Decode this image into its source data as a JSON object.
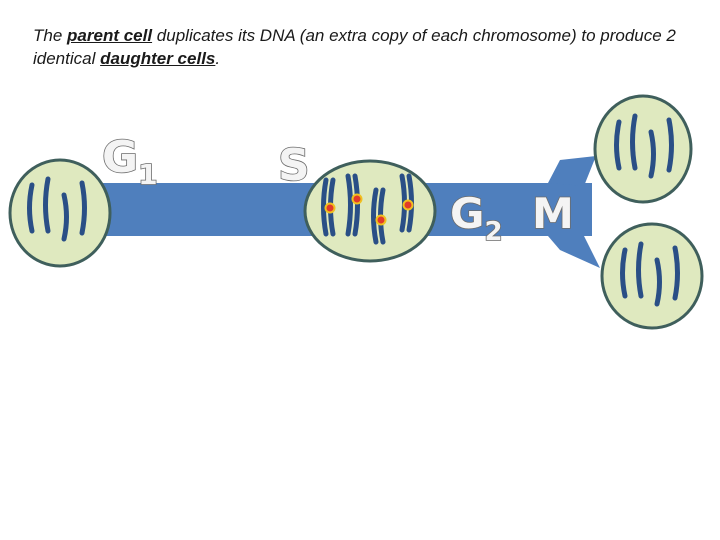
{
  "caption": {
    "part1": "The ",
    "parent_cell": "parent cell",
    "part2": " duplicates its DNA (an extra copy of each chromosome) to produce 2 identical ",
    "daughter_cells": "daughter cells",
    "part3": "."
  },
  "phases": {
    "g1": {
      "letter": "G",
      "sub": "1"
    },
    "s": {
      "letter": "S"
    },
    "g2": {
      "letter": "G",
      "sub": "2"
    },
    "m": {
      "letter": "M"
    }
  },
  "colors": {
    "arrow": "#4f7fbd",
    "cell_fill": "#dfe9bf",
    "cell_stroke": "#3f5f5c",
    "chromosome": "#2a4f86",
    "centromere": "#e23a2a",
    "centromere_ring": "#f0c020"
  }
}
